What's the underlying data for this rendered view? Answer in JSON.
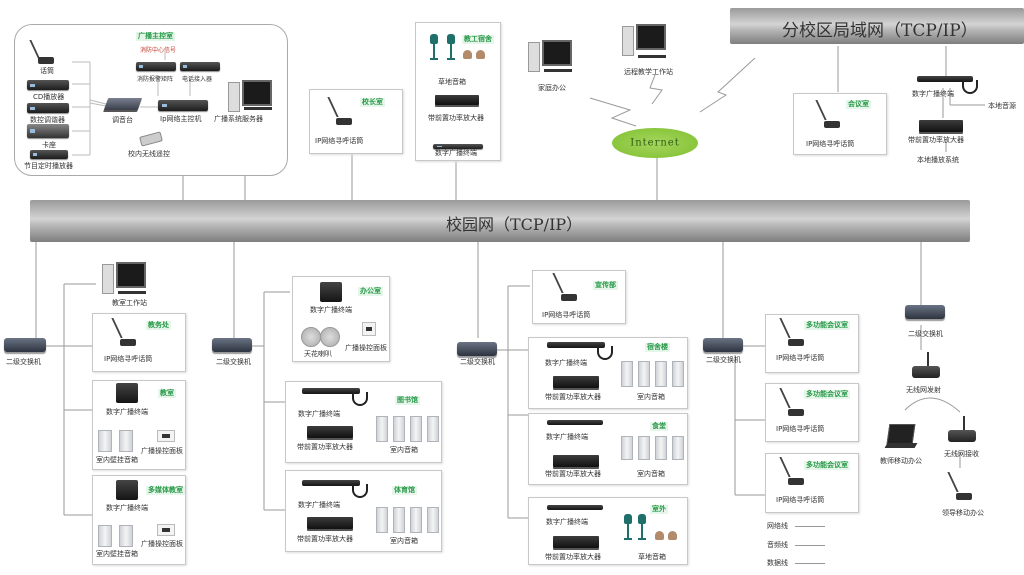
{
  "buses": {
    "branch_lan": "分校区局域网（TCP/IP）",
    "campus_net": "校园网（TCP/IP）"
  },
  "internet": "Internet",
  "control_room": {
    "title": "广播主控室",
    "fire_signal": "消防中心信号",
    "devices": {
      "mic": "话筒",
      "cd": "CD播放器",
      "tuner": "数控调谐器",
      "deck": "卡座",
      "timer": "节目定时播放器",
      "mixer": "调音台",
      "fire_zone": "消防报警矩阵",
      "phone_in": "电话接入器",
      "ip_host": "Ip网络主控机",
      "server": "广播系统服务器",
      "remote": "校内无线遥控"
    }
  },
  "top_boxes": {
    "principal": {
      "tag": "校长室",
      "device": "IP网络寻呼话筒"
    },
    "staff_dorm": {
      "tag": "教工宿舍",
      "speaker": "草地音箱",
      "amp": "带前置功率放大器",
      "terminal": "数字广播终端"
    },
    "home_office": "家庭办公",
    "remote_ws": "远程教学工作站"
  },
  "branch": {
    "office": {
      "tag": "会议室",
      "device": "IP网络寻呼话筒"
    },
    "terminal": "数字广播终端",
    "local_source": "本地音源",
    "amp": "带前置功率放大器",
    "local_system": "本地播放系统"
  },
  "clusters": [
    {
      "switch": "二级交换机",
      "workstation": "教室工作站",
      "boxes": [
        {
          "tag": "教务处",
          "device": "IP网络寻呼话筒"
        },
        {
          "tag": "教室",
          "terminal": "数字广播终端",
          "speaker": "室内壁挂音箱",
          "panel": "广播操控面板"
        },
        {
          "tag": "多媒体教室",
          "terminal": "数字广播终端",
          "speaker": "室内壁挂音箱",
          "panel": "广播操控面板"
        }
      ]
    },
    {
      "switch": "二级交换机",
      "boxes": [
        {
          "tag": "办公室",
          "terminal": "数字广播终端",
          "speaker": "天花喇叭",
          "panel": "广播操控面板"
        },
        {
          "tag": "图书馆",
          "terminal": "数字广播终端",
          "amp": "带前置功率放大器",
          "speaker": "室内音箱"
        },
        {
          "tag": "体育馆",
          "terminal": "数字广播终端",
          "amp": "带前置功率放大器",
          "speaker": "室内音箱"
        }
      ]
    },
    {
      "switch": "二级交换机",
      "boxes": [
        {
          "tag": "宣传部",
          "device": "IP网络寻呼话筒"
        },
        {
          "tag": "宿舍楼",
          "terminal": "数字广播终端",
          "amp": "带前置功率放大器",
          "speaker": "室内音箱"
        },
        {
          "tag": "食堂",
          "terminal": "数字广播终端",
          "amp": "带前置功率放大器",
          "speaker": "室内音箱"
        },
        {
          "tag": "室外",
          "terminal": "数字广播终端",
          "amp": "带前置功率放大器",
          "speaker": "草地音箱"
        }
      ]
    },
    {
      "switch": "二级交换机",
      "boxes": [
        {
          "tag": "多功能会议室",
          "device": "IP网络寻呼话筒"
        },
        {
          "tag": "多功能会议室",
          "device": "IP网络寻呼话筒"
        },
        {
          "tag": "多功能会议室",
          "device": "IP网络寻呼话筒"
        }
      ]
    }
  ],
  "wireless": {
    "switch": "二级交换机",
    "tx": "无线网发射",
    "laptop": "教师移动办公",
    "rx": "无线网接收",
    "mic": "领导移动办公"
  },
  "legend": [
    {
      "label": "网络线"
    },
    {
      "label": "音频线"
    },
    {
      "label": "数据线"
    }
  ]
}
